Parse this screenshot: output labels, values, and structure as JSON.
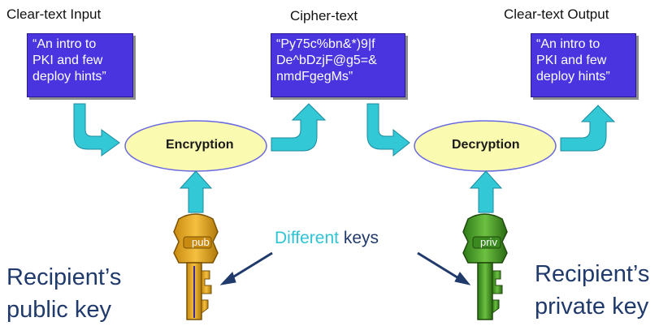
{
  "labels": {
    "input": "Clear-text Input",
    "cipher": "Cipher-text",
    "output": "Clear-text Output"
  },
  "boxes": {
    "input": [
      "“An intro to",
      "PKI and few",
      "deploy hints”"
    ],
    "cipher": [
      "“Py75c%bn&*)9|f",
      "De^bDzjF@g5=&",
      "nmdFgegMs”"
    ],
    "output": [
      "“An intro to",
      "PKI and few",
      "deploy hints”"
    ]
  },
  "processes": {
    "encrypt": "Encryption",
    "decrypt": "Decryption"
  },
  "keys": {
    "public_tag": "pub",
    "private_tag": "priv",
    "public_caption": [
      "Recipient’s",
      "public key"
    ],
    "private_caption": [
      "Recipient’s",
      "private key"
    ]
  },
  "different_keys": {
    "accent": "Different",
    "rest": " keys"
  },
  "colors": {
    "box": "#4a34e0",
    "ellipse": "#fafab0",
    "arrow": "#33c8d6",
    "public_key": "#f0b020",
    "private_key": "#4aa82a",
    "accent_text": "#2ec4d6"
  }
}
